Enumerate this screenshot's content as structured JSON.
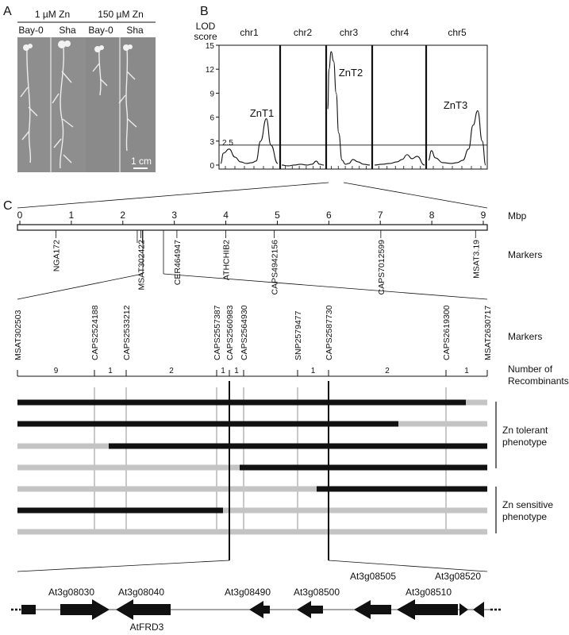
{
  "panel_a": {
    "letter": "A",
    "left_header": "1 µM Zn",
    "right_header": "150 µM Zn",
    "genotypes": [
      "Bay-0",
      "Sha",
      "Bay-0",
      "Sha"
    ],
    "scale_bar": "1 cm"
  },
  "panel_b": {
    "letter": "B",
    "y_title_line1": "LOD",
    "y_title_line2": "score",
    "threshold_label": "2.5",
    "chart_data": {
      "type": "line",
      "chromosomes": [
        "chr1",
        "chr2",
        "chr3",
        "chr4",
        "chr5"
      ],
      "y_ticks": [
        "15",
        "12",
        "9",
        "6",
        "3",
        "0"
      ],
      "ylim": [
        0,
        15
      ],
      "threshold": 2.5,
      "qtl_labels": [
        {
          "name": "ZnT1",
          "chromosome": "chr1",
          "peak_lod": 5.8
        },
        {
          "name": "ZnT2",
          "chromosome": "chr3",
          "peak_lod": 14.2
        },
        {
          "name": "ZnT3",
          "chromosome": "chr5",
          "peak_lod": 6.8
        }
      ],
      "series": [
        {
          "chromosome": "chr1",
          "x": [
            0,
            0.05,
            0.15,
            0.25,
            0.35,
            0.45,
            0.55,
            0.62,
            0.7,
            0.8,
            0.88,
            1.0
          ],
          "y": [
            0.2,
            1.5,
            2.0,
            1.0,
            0.4,
            0.2,
            0.3,
            0.5,
            3.0,
            5.8,
            2.5,
            0.2
          ]
        },
        {
          "chromosome": "chr2",
          "x": [
            0,
            0.15,
            0.3,
            0.45,
            0.6,
            0.72,
            0.82,
            0.9,
            1.0
          ],
          "y": [
            0.0,
            -0.1,
            0.0,
            0.1,
            0.0,
            0.1,
            0.5,
            0.1,
            0.0
          ]
        },
        {
          "chromosome": "chr3",
          "x": [
            0,
            0.03,
            0.08,
            0.14,
            0.2,
            0.26,
            0.34,
            0.42,
            0.5,
            0.6,
            0.72,
            0.85,
            1.0
          ],
          "y": [
            7.0,
            12.0,
            14.2,
            13.0,
            9.0,
            4.0,
            0.6,
            0.1,
            0.2,
            0.7,
            0.4,
            0.1,
            0.0
          ]
        },
        {
          "chromosome": "chr4",
          "x": [
            0,
            0.15,
            0.3,
            0.45,
            0.55,
            0.65,
            0.75,
            0.85,
            1.0
          ],
          "y": [
            0.0,
            0.1,
            0.2,
            0.4,
            0.7,
            1.3,
            0.8,
            1.1,
            0.0
          ]
        },
        {
          "chromosome": "chr5",
          "x": [
            0,
            0.05,
            0.12,
            0.25,
            0.4,
            0.5,
            0.6,
            0.7,
            0.78,
            0.86,
            0.94,
            1.0
          ],
          "y": [
            0.6,
            1.8,
            0.9,
            0.3,
            0.2,
            0.3,
            0.6,
            2.0,
            5.0,
            6.8,
            3.0,
            0.0
          ]
        }
      ]
    }
  },
  "panel_c": {
    "letter": "C",
    "scale_ticks": [
      "0",
      "1",
      "2",
      "3",
      "4",
      "5",
      "6",
      "7",
      "8",
      "9"
    ],
    "scale_unit": "Mbp",
    "markers_label": "Markers",
    "markers_label2": "Markers",
    "coarse_markers": [
      {
        "name": "NGA172",
        "mbp": 0.7
      },
      {
        "name": "MSAT302422",
        "mbp": 2.35
      },
      {
        "name": "CER464947",
        "mbp": 3.05
      },
      {
        "name": "ATHCHIB2",
        "mbp": 4.0
      },
      {
        "name": "CAPS4942156",
        "mbp": 4.94
      },
      {
        "name": "CAPS7012599",
        "mbp": 7.01
      },
      {
        "name": "MSAT3.19",
        "mbp": 8.85
      }
    ],
    "fine_markers": [
      "MSAT302503",
      "CAPS2524188",
      "CAPS2533212",
      "CAPS2557387",
      "CAPS2560983",
      "CAPS2564930",
      "SNP2579477",
      "CAPS2587730",
      "CAPS2619300",
      "MSAT2630717"
    ],
    "recombinant_title_line1": "Number of",
    "recombinant_title_line2": "Recombinants",
    "recombinant_counts": [
      "9",
      "1",
      "2",
      "1",
      "1",
      "1",
      "2",
      "1"
    ],
    "tolerant_line1": "Zn tolerant",
    "tolerant_line2": "phenotype",
    "sensitive_line1": "Zn sensitive",
    "sensitive_line2": "phenotype",
    "genes_top": [
      "At3g08505",
      "At3g08520"
    ],
    "genes_bottom": [
      "At3g08030",
      "At3g08040",
      "At3g08490",
      "At3g08500",
      "At3g08510"
    ],
    "gene_name": "AtFRD3",
    "colors": {
      "sha": "#111111",
      "bay": "#c4c4c4"
    }
  }
}
